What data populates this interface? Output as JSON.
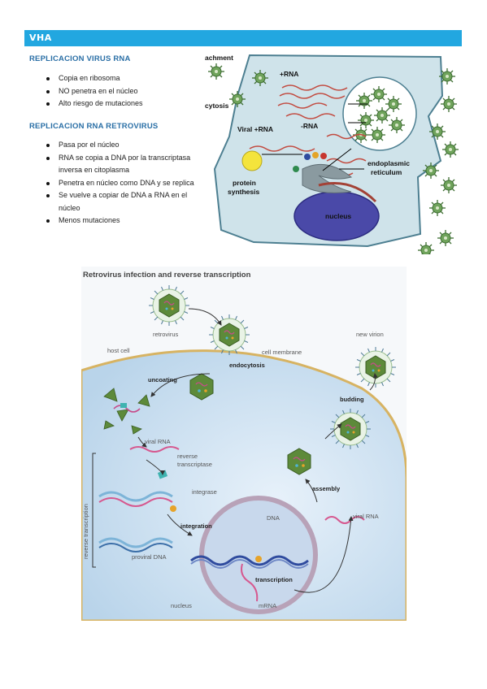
{
  "header": {
    "title": "VHA"
  },
  "section1": {
    "heading": "REPLICACION VIRUS RNA",
    "items": [
      "Copia en ribosoma",
      "NO penetra en el núcleo",
      "Alto riesgo de mutaciones"
    ]
  },
  "section2": {
    "heading": "REPLICACION RNA RETROVIRUS",
    "items": [
      "Pasa por el núcleo",
      "RNA se copia a DNA por la transcriptasa inversa en citoplasma",
      "Penetra en núcleo como DNA y se replica",
      "Se vuelve a copiar de DNA a RNA en el núcleo",
      "Menos mutaciones"
    ]
  },
  "figure1": {
    "labels": {
      "attachment": "achment",
      "plus_rna": "+RNA",
      "cytosis": "cytosis",
      "viral_rna": "Viral +RNA",
      "minus_rna": "-RNA",
      "protein": "protein",
      "synthesis": "synthesis",
      "endoplasmic": "endoplasmic",
      "reticulum": "reticulum",
      "nucleus": "nucleus"
    }
  },
  "figure2": {
    "title": "Retrovirus infection and reverse transcription",
    "labels": {
      "retrovirus": "retrovirus",
      "host_cell": "host cell",
      "cell_membrane": "cell membrane",
      "new_virion": "new virion",
      "uncoating": "uncoating",
      "endocytosis": "endocytosis",
      "budding": "budding",
      "viral_rna": "viral RNA",
      "reverse": "reverse",
      "transcriptase": "transcriptase",
      "integrase": "integrase",
      "reverse_transcription": "reverse transcription",
      "integration": "integration",
      "dna": "DNA",
      "proviral_dna": "proviral DNA",
      "assembly": "assembly",
      "viral_rna_2": "viral RNA",
      "transcription": "transcription",
      "mrna": "mRNA",
      "nucleus": "nucleus"
    }
  }
}
